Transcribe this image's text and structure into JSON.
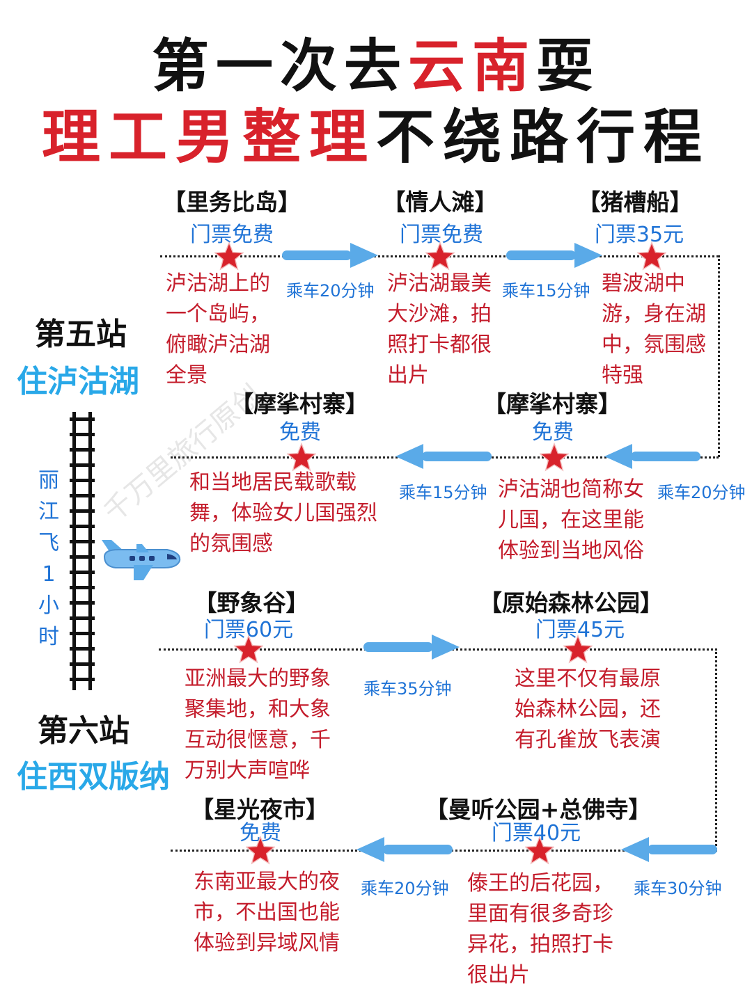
{
  "title": {
    "line1_a": "第一次去",
    "line1_b": "云南",
    "line1_c": "耍",
    "line2_a": "理工男整理",
    "line2_b": "不绕路行程"
  },
  "watermark": "千万里旅行原创",
  "stations": {
    "five": {
      "title": "第五站",
      "place": "住泸沽湖"
    },
    "six": {
      "title": "第六站",
      "place": "住西双版纳"
    }
  },
  "flight": [
    "丽",
    "江",
    "飞",
    "1",
    "小",
    "时"
  ],
  "spots": [
    {
      "name": "【里务比岛】",
      "ticket": "门票免费",
      "desc": [
        "泸沽湖上的",
        "一个岛屿，",
        "俯瞰泸沽湖",
        "全景"
      ]
    },
    {
      "name": "【情人滩】",
      "ticket": "门票免费",
      "desc": [
        "泸沽湖最美",
        "大沙滩，拍",
        "照打卡都很",
        "出片"
      ]
    },
    {
      "name": "【猪槽船】",
      "ticket": "门票35元",
      "desc": [
        "碧波湖中",
        "游，身在湖",
        "中，氛围感",
        "特强"
      ]
    },
    {
      "name": "【摩挲村寨】",
      "ticket": "免费",
      "desc": [
        "和当地居民载歌载",
        "舞，体验女儿国强烈",
        "的氛围感"
      ]
    },
    {
      "name": "【摩挲村寨】",
      "ticket": "免费",
      "desc": [
        "泸沽湖也简称女",
        "儿国，在这里能",
        "体验到当地风俗"
      ]
    },
    {
      "name": "【野象谷】",
      "ticket": "门票60元",
      "desc": [
        "亚洲最大的野象",
        "聚集地，和大象",
        "互动很惬意，千",
        "万别大声喧哗"
      ]
    },
    {
      "name": "【原始森林公园】",
      "ticket": "门票45元",
      "desc": [
        "这里不仅有最原",
        "始森林公园，还",
        "有孔雀放飞表演"
      ]
    },
    {
      "name": "【星光夜市】",
      "ticket": "免费",
      "desc": [
        "东南亚最大的夜",
        "市，不出国也能",
        "体验到异域风情"
      ]
    },
    {
      "name": "【曼听公园+总佛寺】",
      "ticket": "门票40元",
      "desc": [
        "傣王的后花园，",
        "里面有很多奇珍",
        "异花，拍照打卡",
        "很出片"
      ]
    }
  ],
  "rides": [
    "乘车20分钟",
    "乘车15分钟",
    "乘车15分钟",
    "乘车20分钟",
    "乘车35分钟",
    "乘车20分钟",
    "乘车30分钟"
  ],
  "colors": {
    "accent_red": "#d8222b",
    "ticket_blue": "#1f73d6",
    "arrow_blue": "#5aaae8",
    "station_blue": "#29a8e8",
    "desc_red": "#c41d2c"
  }
}
